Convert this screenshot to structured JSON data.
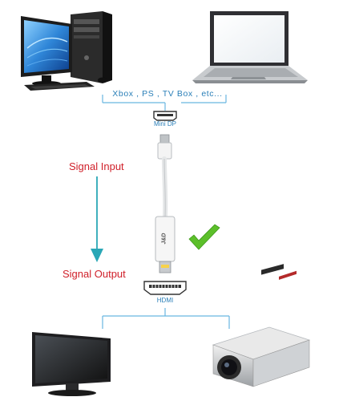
{
  "sources_label": "Xbox , PS , TV Box , etc...",
  "input_port_label": "Mini DP",
  "output_port_label": "HDMI",
  "signal_input_label": "Signal Input",
  "signal_output_label": "Signal Output",
  "brand_label": "J&D",
  "icons": [
    "desktop-computer-icon",
    "laptop-icon",
    "mini-dp-port-icon",
    "hdmi-port-icon",
    "checkmark-icon",
    "monitor-icon",
    "projector-icon"
  ],
  "colors": {
    "line_blue": "#69b6e1",
    "label_blue": "#2a7fb8",
    "signal_red": "#d0202a",
    "arrow_teal": "#2aa7b6",
    "check_green": "#5cbf2a"
  }
}
